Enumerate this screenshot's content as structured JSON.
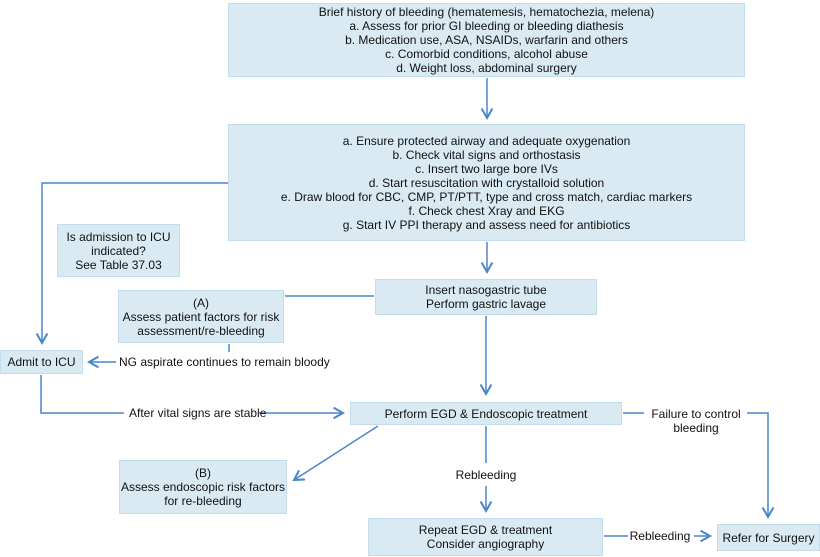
{
  "flowchart": {
    "nodes": {
      "brief_history": "Brief history of bleeding (hematemesis, hematochezia, melena)\na. Assess for prior GI bleeding or bleeding diathesis\nb. Medication use, ASA, NSAIDs, warfarin and others\nc. Comorbid conditions, alcohol abuse\nd. Weight loss, abdominal surgery",
      "resuscitation": "a. Ensure protected airway and adequate oxygenation\nb. Check vital signs and orthostasis\nc. Insert two large bore IVs\nd. Start resuscitation with crystalloid solution\ne. Draw blood for CBC, CMP, PT/PTT, type and cross match, cardiac markers\nf. Check chest Xray and EKG\ng. Start IV PPI therapy and assess need for antibiotics",
      "icu_question": "Is admission to ICU\nindicated?\nSee Table 37.03",
      "risk_assessment_a": "(A)\nAssess patient factors for risk\nassessment/re-bleeding",
      "ng_tube": "Insert nasogastric tube\nPerform gastric lavage",
      "admit_icu": "Admit to ICU",
      "egd": "Perform EGD & Endoscopic treatment",
      "endoscopic_risk_b": "(B)\nAssess endoscopic risk factors\nfor re-bleeding",
      "repeat_egd": "Repeat EGD & treatment\nConsider angiography",
      "refer_surgery": "Refer for Surgery"
    },
    "edge_labels": {
      "ng_aspirate": "NG aspirate continues to remain bloody",
      "after_vitals": "After vital signs are stable",
      "rebleeding_after_egd": "Rebleeding",
      "failure_to_control": "Failure to control\nbleeding",
      "rebleeding_after_repeat": "Rebleeding"
    },
    "colors": {
      "node_fill": "#d9eaf3",
      "node_border": "#c4dded",
      "connector": "#4a86c8",
      "text": "#111111"
    }
  }
}
